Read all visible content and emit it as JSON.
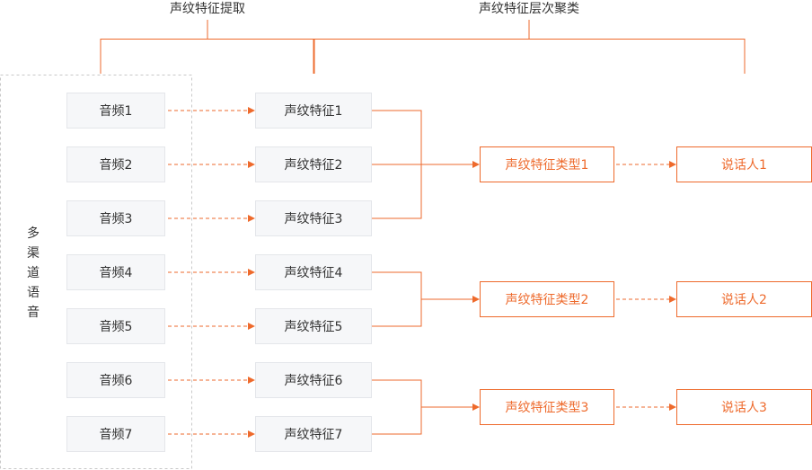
{
  "headers": {
    "extraction": "声纹特征提取",
    "clustering": "声纹特征层次聚类"
  },
  "multichannel_label": [
    "多",
    "渠",
    "道",
    "语",
    "音"
  ],
  "audio_nodes": [
    "音频1",
    "音频2",
    "音频3",
    "音频4",
    "音频5",
    "音频6",
    "音频7"
  ],
  "feature_nodes": [
    "声纹特征1",
    "声纹特征2",
    "声纹特征3",
    "声纹特征4",
    "声纹特征5",
    "声纹特征6",
    "声纹特征7"
  ],
  "type_nodes": [
    "声纹特征类型1",
    "声纹特征类型2",
    "声纹特征类型3"
  ],
  "speaker_nodes": [
    "说话人1",
    "说话人2",
    "说话人3"
  ],
  "colors": {
    "accent": "#ee6a2c",
    "node_fill": "#f6f7f9",
    "node_border": "#e4e6ea",
    "text": "#333333",
    "dashed_border": "#c8c8c8"
  }
}
